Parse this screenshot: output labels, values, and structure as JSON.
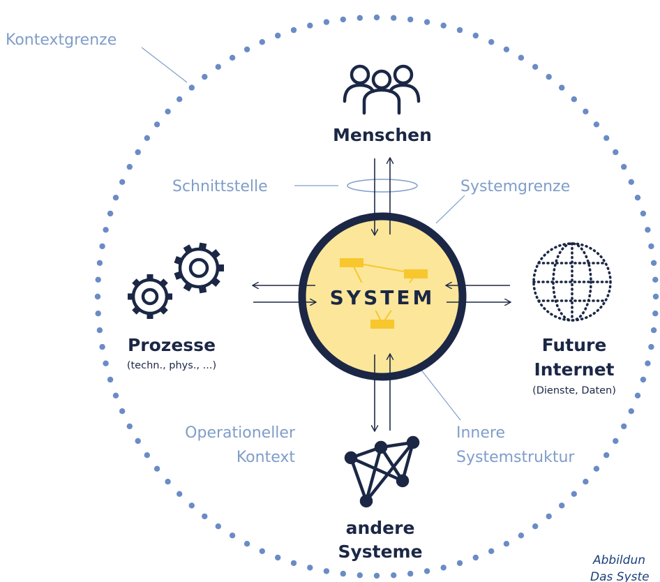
{
  "colors": {
    "navy": "#1b2745",
    "light_blue": "#7f9dc9",
    "dot_blue": "#6b8bc5",
    "system_fill": "#fbe69a",
    "structure_yellow": "#f7c72d",
    "background": "#ffffff"
  },
  "labels": {
    "context_boundary": "Kontextgrenze",
    "interface": "Schnittstelle",
    "system_boundary": "Systemgrenze",
    "operational_context_line1": "Operationeller",
    "operational_context_line2": "Kontext",
    "inner_structure_line1": "Innere",
    "inner_structure_line2": "Systemstruktur",
    "system": "SYSTEM"
  },
  "nodes": {
    "people": {
      "title": "Menschen",
      "icon": "people-icon"
    },
    "processes": {
      "title": "Prozesse",
      "subtitle": "(techn., phys., ...)",
      "icon": "gears-icon"
    },
    "future_internet": {
      "title_line1": "Future",
      "title_line2": "Internet",
      "subtitle": "(Dienste, Daten)",
      "icon": "globe-icon"
    },
    "other_systems": {
      "title_line1": "andere",
      "title_line2": "Systeme",
      "icon": "network-icon"
    }
  },
  "caption": {
    "line1": "Abbildun",
    "line2": "Das Syste"
  }
}
